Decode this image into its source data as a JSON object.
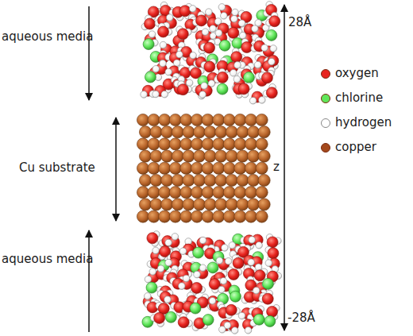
{
  "diagram": {
    "labels": [
      "aqueous media",
      "Cu substrate",
      "aqueous media",
      "28Å",
      "z",
      "-28Å"
    ],
    "legend": [
      {
        "text": "oxygen",
        "color": "#e8231e"
      },
      {
        "text": "chlorine",
        "color": "#5fe65a"
      },
      {
        "text": "hydrogen",
        "color": "#ffffff"
      },
      {
        "text": "copper",
        "color": "#a4491c"
      }
    ]
  }
}
